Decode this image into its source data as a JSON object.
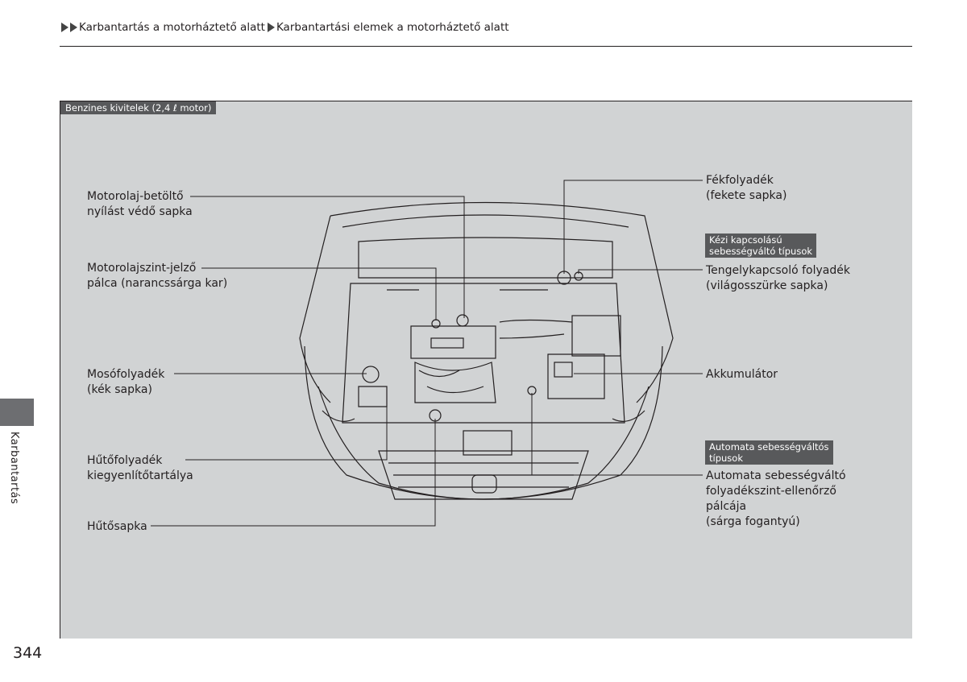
{
  "breadcrumb": {
    "items": [
      "Karbantartás a motorháztető alatt",
      "Karbantartási elemek a motorháztető alatt"
    ]
  },
  "side_tab": {
    "label": "Karbantartás"
  },
  "panel": {
    "variant": "Benzines kivitelek (2,4 ℓ motor)"
  },
  "labels": {
    "oil_cap": [
      "Motorolaj-betöltő",
      "nyílást védő sapka"
    ],
    "dipstick": [
      "Motorolajszint-jelző",
      "pálca (narancssárga kar)"
    ],
    "washer": [
      "Mosófolyadék",
      "(kék sapka)"
    ],
    "coolant_reservoir": [
      "Hűtőfolyadék",
      "kiegyenlítőtartálya"
    ],
    "radiator_cap": [
      "Hűtősapka"
    ],
    "brake": [
      "Fékfolyadék",
      "(fekete sapka)"
    ],
    "manual_tag": [
      "Kézi kapcsolású",
      "sebességváltó típusok"
    ],
    "clutch": [
      "Tengelykapcsoló folyadék",
      "(világosszürke sapka)"
    ],
    "battery": [
      "Akkumulátor"
    ],
    "auto_tag": [
      "Automata sebességváltós",
      "típusok"
    ],
    "atf_dipstick": [
      "Automata sebességváltó",
      "folyadékszint-ellenőrző",
      "pálcája",
      "(sárga fogantyú)"
    ]
  },
  "page_number": "344"
}
